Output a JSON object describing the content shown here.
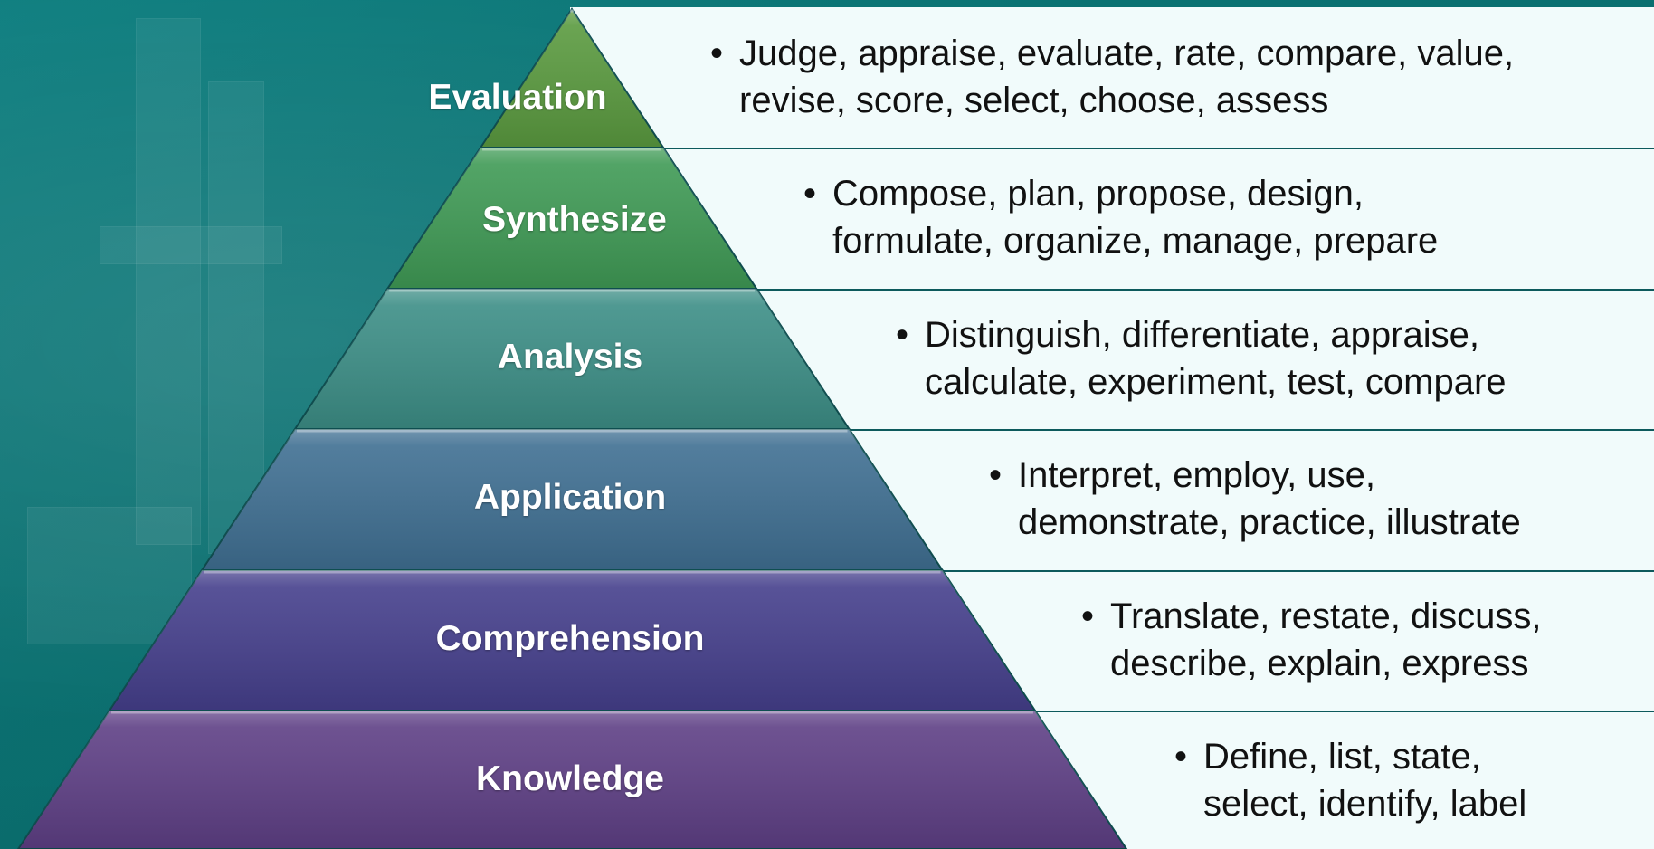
{
  "levels": [
    {
      "label": "Evaluation",
      "verbs_line1": "Judge, appraise, evaluate, rate, compare, value,",
      "verbs_line2": "revise, score, select, choose, assess",
      "color": "#5a9a3f"
    },
    {
      "label": "Synthesize",
      "verbs_line1": "Compose, plan, propose, design,",
      "verbs_line2": "formulate, organize, manage, prepare",
      "color": "#3f9a55"
    },
    {
      "label": "Analysis",
      "verbs_line1": "Distinguish, differentiate, appraise,",
      "verbs_line2": "calculate, experiment, test, compare",
      "color": "#3c8e86"
    },
    {
      "label": "Application",
      "verbs_line1": "Interpret, employ, use,",
      "verbs_line2": "demonstrate, practice, illustrate",
      "color": "#3f6f92"
    },
    {
      "label": "Comprehension",
      "verbs_line1": "Translate, restate, discuss,",
      "verbs_line2": "describe, explain, express",
      "color": "#453f8c"
    },
    {
      "label": "Knowledge",
      "verbs_line1": "Define, list, state,",
      "verbs_line2": "select, identify, label",
      "color": "#5e3f85"
    }
  ],
  "bullet_char": "•",
  "colors": {
    "background": "#0d7a7b",
    "row_band": "#f1fbfb",
    "row_border": "#0d5a5c",
    "label_text": "#ffffff",
    "verb_text": "#111111"
  }
}
